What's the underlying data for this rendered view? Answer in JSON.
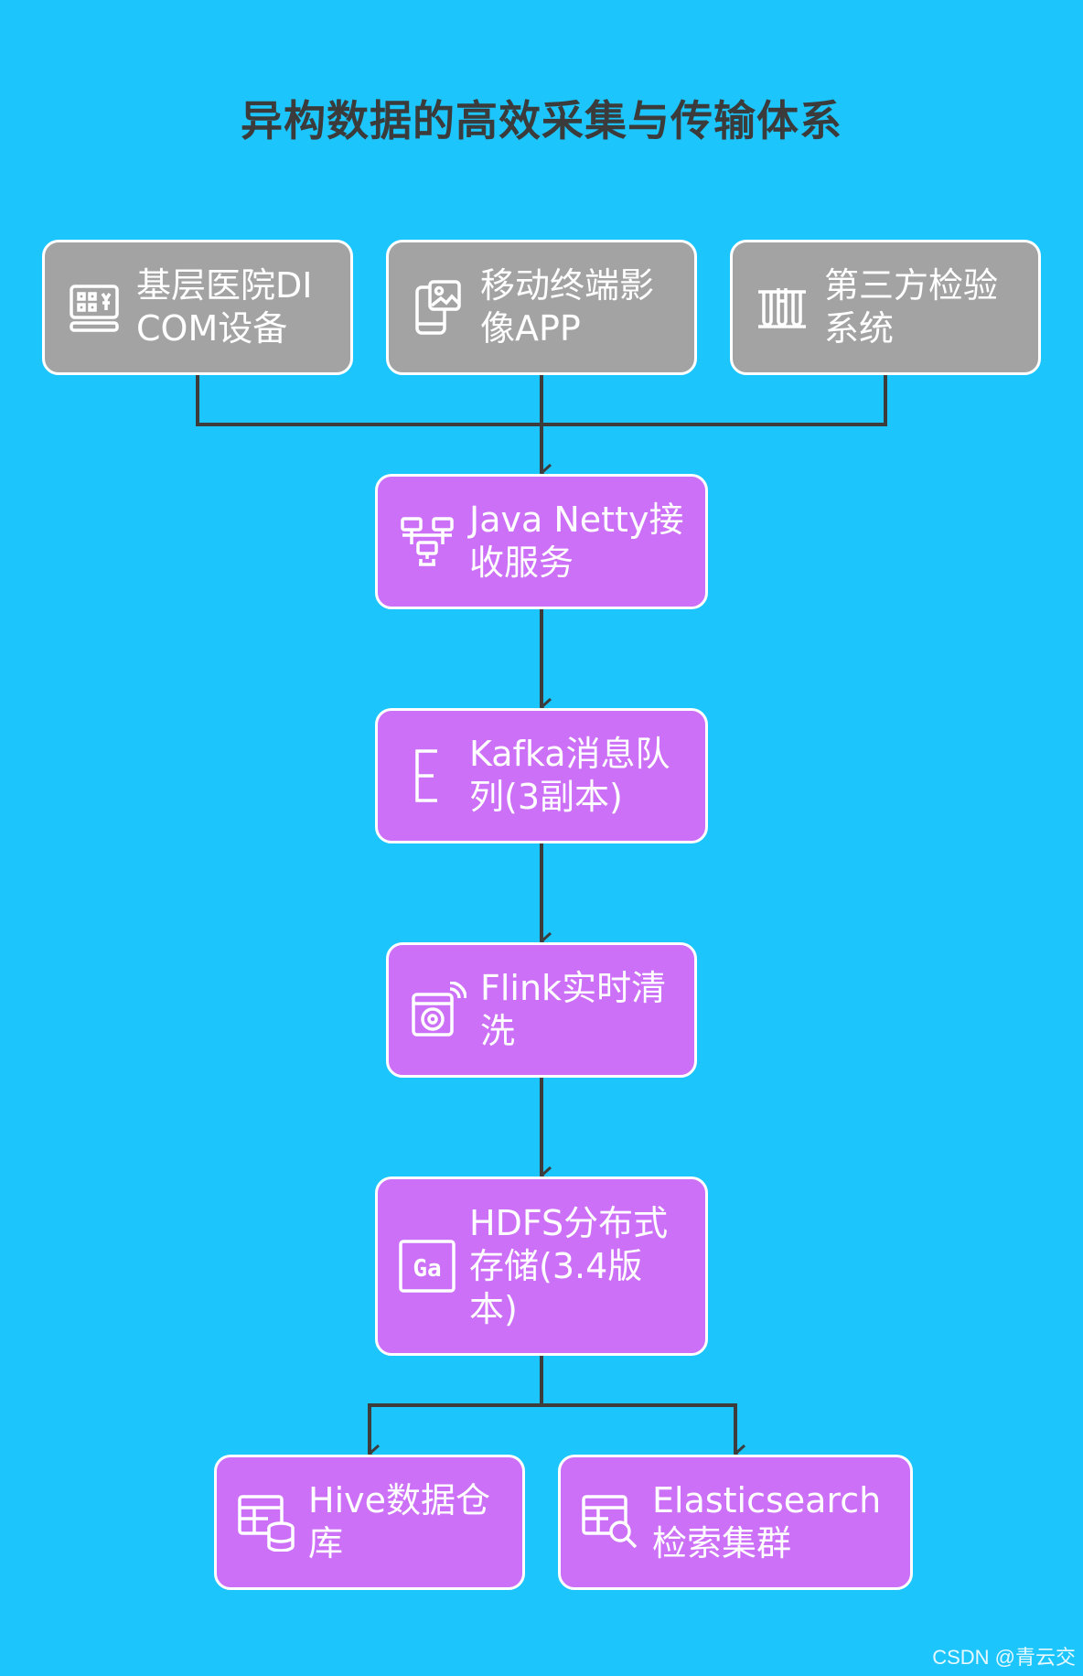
{
  "title": "异构数据的高效采集与传输体系",
  "nodes": {
    "dicom": {
      "label": "基层医院DICOM设备",
      "icon": "keyboard-panel-icon"
    },
    "mobile": {
      "label": "移动终端影像APP",
      "icon": "mobile-image-icon"
    },
    "lab": {
      "label": "第三方检验系统",
      "icon": "test-tubes-icon"
    },
    "netty": {
      "label": "Java Netty接收服务",
      "icon": "network-nodes-icon"
    },
    "kafka": {
      "label": "Kafka消息队列(3副本)",
      "icon": "kafka-letter-icon"
    },
    "flink": {
      "label": "Flink实时清洗",
      "icon": "washing-machine-icon"
    },
    "hdfs": {
      "label": "HDFS分布式存储(3.4版本)",
      "icon": "ga-element-icon"
    },
    "hive": {
      "label": "Hive数据仓库",
      "icon": "table-database-icon"
    },
    "es": {
      "label": "Elasticsearch检索集群",
      "icon": "table-search-icon"
    }
  },
  "edges": [
    [
      "dicom",
      "netty"
    ],
    [
      "mobile",
      "netty"
    ],
    [
      "lab",
      "netty"
    ],
    [
      "netty",
      "kafka"
    ],
    [
      "kafka",
      "flink"
    ],
    [
      "flink",
      "hdfs"
    ],
    [
      "hdfs",
      "hive"
    ],
    [
      "hdfs",
      "es"
    ]
  ],
  "colors": {
    "background": "#1cc6fd",
    "source_node": "#a3a3a3",
    "process_node": "#cc70f7",
    "edge": "#3d3d3d",
    "title": "#3b3b3b"
  },
  "watermark": "CSDN @青云交"
}
